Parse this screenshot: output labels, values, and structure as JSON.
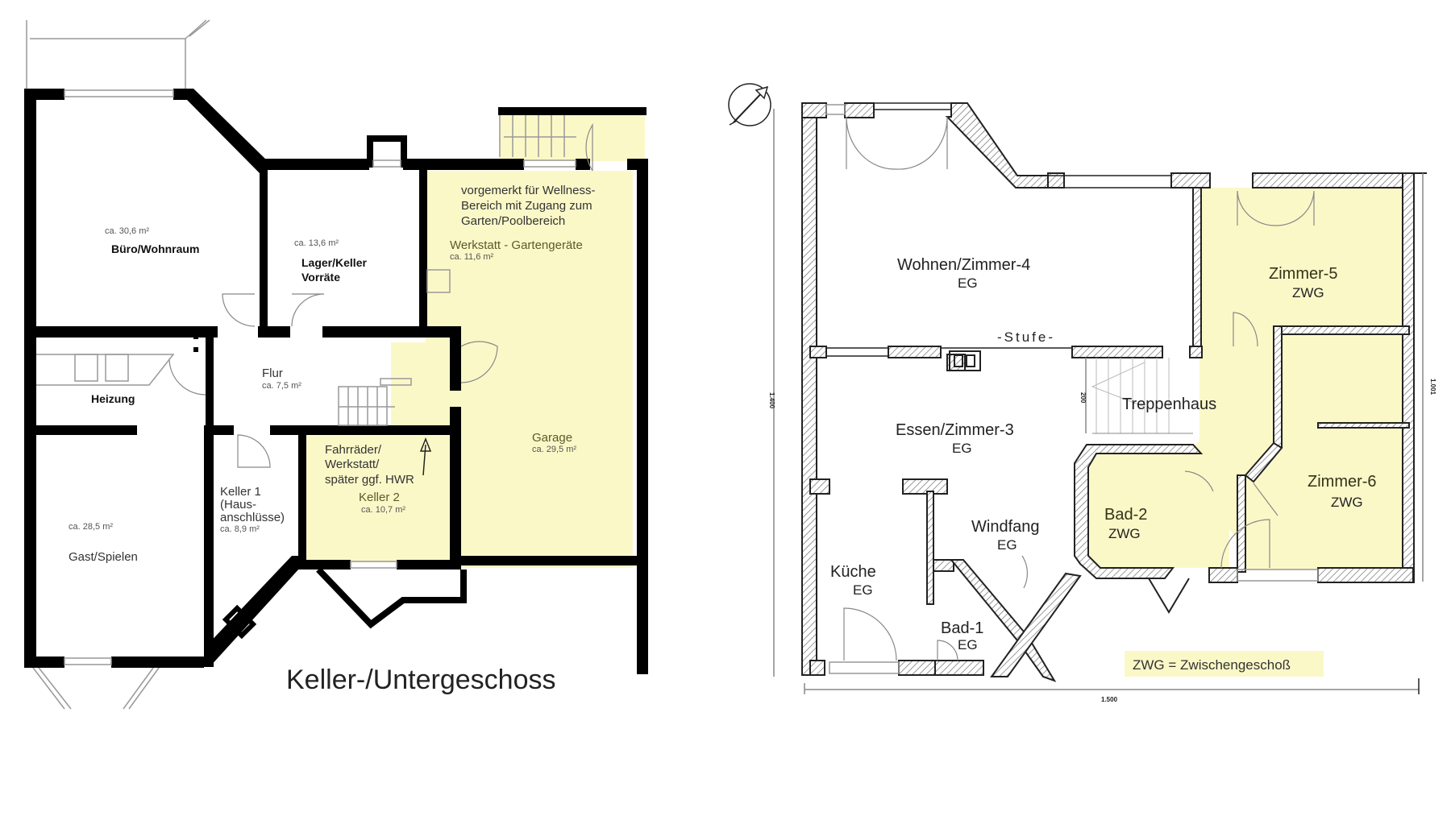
{
  "left_plan": {
    "title": "Keller-/Untergeschoss",
    "rooms": {
      "buero": {
        "area": "ca. 30,6 m²",
        "name": "Büro/Wohnraum"
      },
      "lager": {
        "area": "ca. 13,6 m²",
        "name_line1": "Lager/Keller",
        "name_line2": "Vorräte"
      },
      "heizung": {
        "name": "Heizung"
      },
      "flur": {
        "name": "Flur",
        "area": "ca. 7,5 m²"
      },
      "werkstatt": {
        "note_line1": "vorgemerkt für Wellness-",
        "note_line2": "Bereich mit Zugang zum",
        "note_line3": "Garten/Poolbereich",
        "name": "Werkstatt - Gartengeräte",
        "area": "ca. 11,6 m²"
      },
      "garage": {
        "name": "Garage",
        "area": "ca. 29,5 m²"
      },
      "keller2": {
        "note_line1": "Fahrräder/",
        "note_line2": "Werkstatt/",
        "note_line3": "später ggf. HWR",
        "name": "Keller 2",
        "area": "ca. 10,7 m²"
      },
      "keller1": {
        "name_line1": "Keller 1",
        "name_line2": "(Haus-",
        "name_line3": "anschlüsse)",
        "area": "ca. 8,9 m²"
      },
      "gast": {
        "area": "ca. 28,5 m²",
        "name": "Gast/Spielen"
      }
    }
  },
  "right_plan": {
    "compass_icon": "north-arrow",
    "rooms": {
      "wohnen": {
        "name": "Wohnen/Zimmer-4",
        "level": "EG"
      },
      "zimmer5": {
        "name": "Zimmer-5",
        "level": "ZWG"
      },
      "essen": {
        "name": "Essen/Zimmer-3",
        "level": "EG"
      },
      "treppenhaus": {
        "name": "Treppenhaus"
      },
      "zimmer6": {
        "name": "Zimmer-6",
        "level": "ZWG"
      },
      "bad2": {
        "name": "Bad-2",
        "level": "ZWG"
      },
      "windfang": {
        "name": "Windfang",
        "level": "EG"
      },
      "kueche": {
        "name": "Küche",
        "level": "EG"
      },
      "bad1": {
        "name": "Bad-1",
        "level": "EG"
      }
    },
    "step_label": "-Stufe-",
    "dimensions": {
      "height_left": "1.400",
      "height_right": "1.001",
      "width_bottom": "1.500",
      "stair": "200"
    },
    "legend": "ZWG = Zwischengeschoß"
  },
  "colors": {
    "highlight": "#fbf8c8",
    "wall": "#000000"
  }
}
